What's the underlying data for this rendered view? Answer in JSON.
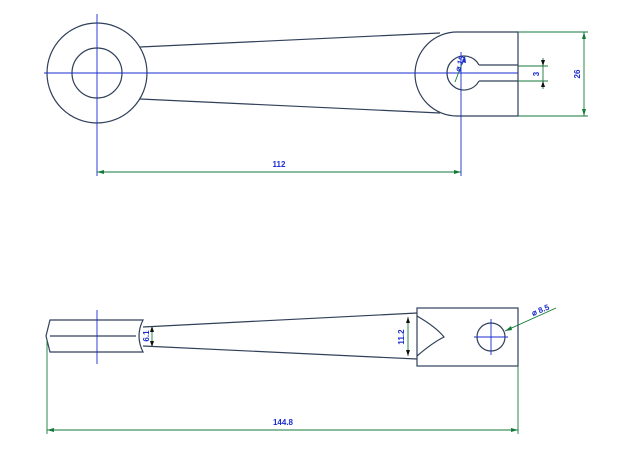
{
  "colors": {
    "outline": "#30405a",
    "centerline": "#1a2bd0",
    "dimension_line": "#137a3a",
    "dimension_text": "#1a2bd0"
  },
  "top_view": {
    "dim_length": "112",
    "dim_hole_dia": "⌀ 15",
    "dim_slot": "3",
    "dim_height": "26"
  },
  "front_view": {
    "dim_length": "144.8",
    "dim_neck_left": "6.1",
    "dim_neck_right": "11.2",
    "dim_hole_dia": "⌀ 8.5"
  }
}
